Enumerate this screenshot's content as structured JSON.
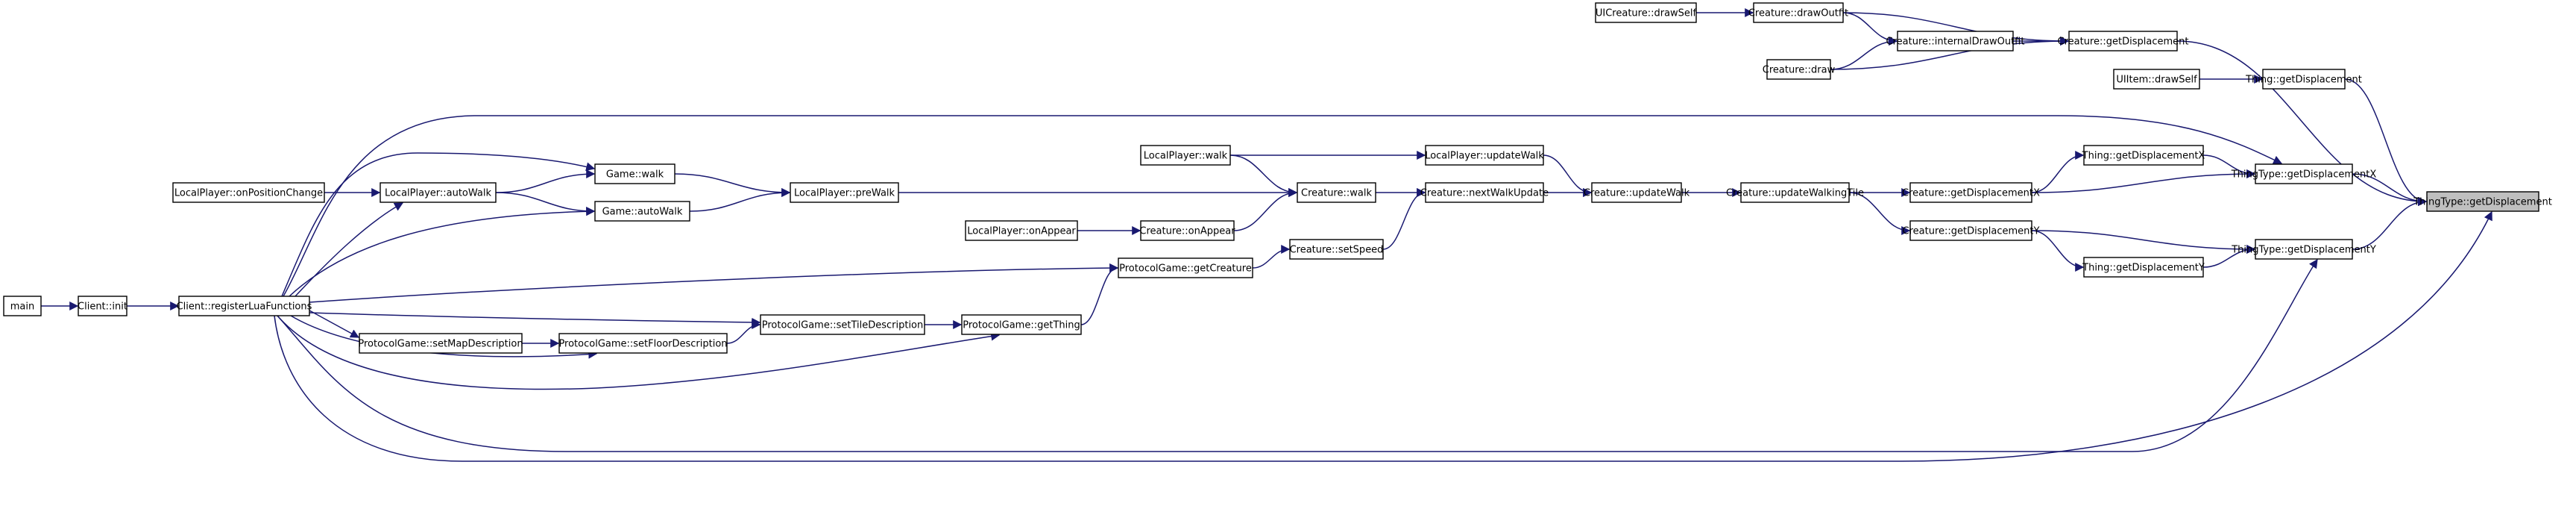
{
  "diagram": {
    "type": "call-graph",
    "edge_color": "#191970",
    "root_fill": "#bfbfbf",
    "nodes": [
      {
        "id": "n_root",
        "label": "ThingType::getDisplacement",
        "root": true
      },
      {
        "id": "n_c_getDisp",
        "label": "Creature::getDisplacement"
      },
      {
        "id": "n_t_getDisp",
        "label": "Thing::getDisplacement"
      },
      {
        "id": "n_tt_getDispX",
        "label": "ThingType::getDisplacementX"
      },
      {
        "id": "n_tt_getDispY",
        "label": "ThingType::getDisplacementY"
      },
      {
        "id": "n_c_drawOutfit",
        "label": "Creature::drawOutfit"
      },
      {
        "id": "n_c_internalDrawOutfit",
        "label": "Creature::internalDrawOutfit"
      },
      {
        "id": "n_c_draw",
        "label": "Creature::draw"
      },
      {
        "id": "n_uic_drawSelf",
        "label": "UICreature::drawSelf"
      },
      {
        "id": "n_uiitem_drawSelf",
        "label": "UIItem::drawSelf"
      },
      {
        "id": "n_t_getDispX",
        "label": "Thing::getDisplacementX"
      },
      {
        "id": "n_c_getDispX",
        "label": "Creature::getDisplacementX"
      },
      {
        "id": "n_t_getDispY",
        "label": "Thing::getDisplacementY"
      },
      {
        "id": "n_c_getDispY",
        "label": "Creature::getDisplacementY"
      },
      {
        "id": "n_c_updateWalkingTile",
        "label": "Creature::updateWalkingTile"
      },
      {
        "id": "n_c_updateWalk",
        "label": "Creature::updateWalk"
      },
      {
        "id": "n_c_nextWalkUpdate",
        "label": "Creature::nextWalkUpdate"
      },
      {
        "id": "n_lp_updateWalk",
        "label": "LocalPlayer::updateWalk"
      },
      {
        "id": "n_c_walk",
        "label": "Creature::walk"
      },
      {
        "id": "n_c_setSpeed",
        "label": "Creature::setSpeed"
      },
      {
        "id": "n_lp_walk",
        "label": "LocalPlayer::walk"
      },
      {
        "id": "n_c_onAppear",
        "label": "Creature::onAppear"
      },
      {
        "id": "n_lp_onAppear",
        "label": "LocalPlayer::onAppear"
      },
      {
        "id": "n_lp_preWalk",
        "label": "LocalPlayer::preWalk"
      },
      {
        "id": "n_pg_getCreature",
        "label": "ProtocolGame::getCreature"
      },
      {
        "id": "n_pg_getThing",
        "label": "ProtocolGame::getThing"
      },
      {
        "id": "n_game_walk",
        "label": "Game::walk"
      },
      {
        "id": "n_game_autoWalk",
        "label": "Game::autoWalk"
      },
      {
        "id": "n_lp_autoWalk",
        "label": "LocalPlayer::autoWalk"
      },
      {
        "id": "n_lp_onPositionChange",
        "label": "LocalPlayer::onPositionChange"
      },
      {
        "id": "n_pg_setTileDescription",
        "label": "ProtocolGame::setTileDescription"
      },
      {
        "id": "n_pg_setFloorDescription",
        "label": "ProtocolGame::setFloorDescription"
      },
      {
        "id": "n_pg_setMapDescription",
        "label": "ProtocolGame::setMapDescription"
      },
      {
        "id": "n_client_registerLuaFunctions",
        "label": "Client::registerLuaFunctions"
      },
      {
        "id": "n_client_init",
        "label": "Client::init"
      },
      {
        "id": "n_main",
        "label": "main"
      }
    ],
    "edges": [
      {
        "from": "n_c_getDisp",
        "to": "n_root"
      },
      {
        "from": "n_t_getDisp",
        "to": "n_root"
      },
      {
        "from": "n_tt_getDispX",
        "to": "n_root"
      },
      {
        "from": "n_tt_getDispY",
        "to": "n_root"
      },
      {
        "from": "n_client_registerLuaFunctions",
        "to": "n_root"
      },
      {
        "from": "n_c_drawOutfit",
        "to": "n_c_getDisp"
      },
      {
        "from": "n_c_internalDrawOutfit",
        "to": "n_c_getDisp"
      },
      {
        "from": "n_c_draw",
        "to": "n_c_getDisp"
      },
      {
        "from": "n_uic_drawSelf",
        "to": "n_c_drawOutfit"
      },
      {
        "from": "n_c_drawOutfit",
        "to": "n_c_internalDrawOutfit"
      },
      {
        "from": "n_c_draw",
        "to": "n_c_internalDrawOutfit"
      },
      {
        "from": "n_uiitem_drawSelf",
        "to": "n_t_getDisp"
      },
      {
        "from": "n_t_getDispX",
        "to": "n_tt_getDispX"
      },
      {
        "from": "n_c_getDispX",
        "to": "n_tt_getDispX"
      },
      {
        "from": "n_client_registerLuaFunctions",
        "to": "n_tt_getDispX"
      },
      {
        "from": "n_t_getDispY",
        "to": "n_tt_getDispY"
      },
      {
        "from": "n_c_getDispY",
        "to": "n_tt_getDispY"
      },
      {
        "from": "n_client_registerLuaFunctions",
        "to": "n_tt_getDispY"
      },
      {
        "from": "n_c_getDispX",
        "to": "n_t_getDispX"
      },
      {
        "from": "n_c_getDispY",
        "to": "n_t_getDispY"
      },
      {
        "from": "n_c_updateWalkingTile",
        "to": "n_c_getDispX"
      },
      {
        "from": "n_c_updateWalkingTile",
        "to": "n_c_getDispY"
      },
      {
        "from": "n_c_updateWalk",
        "to": "n_c_updateWalkingTile"
      },
      {
        "from": "n_c_nextWalkUpdate",
        "to": "n_c_updateWalk"
      },
      {
        "from": "n_lp_updateWalk",
        "to": "n_c_updateWalk"
      },
      {
        "from": "n_c_walk",
        "to": "n_c_nextWalkUpdate"
      },
      {
        "from": "n_c_setSpeed",
        "to": "n_c_nextWalkUpdate"
      },
      {
        "from": "n_lp_walk",
        "to": "n_lp_updateWalk"
      },
      {
        "from": "n_lp_walk",
        "to": "n_c_walk"
      },
      {
        "from": "n_lp_preWalk",
        "to": "n_c_walk"
      },
      {
        "from": "n_c_onAppear",
        "to": "n_c_walk"
      },
      {
        "from": "n_lp_onAppear",
        "to": "n_c_onAppear"
      },
      {
        "from": "n_pg_getCreature",
        "to": "n_c_setSpeed"
      },
      {
        "from": "n_pg_getThing",
        "to": "n_pg_getCreature"
      },
      {
        "from": "n_game_walk",
        "to": "n_lp_preWalk"
      },
      {
        "from": "n_game_autoWalk",
        "to": "n_lp_preWalk"
      },
      {
        "from": "n_lp_autoWalk",
        "to": "n_game_walk"
      },
      {
        "from": "n_lp_autoWalk",
        "to": "n_game_autoWalk"
      },
      {
        "from": "n_client_registerLuaFunctions",
        "to": "n_game_walk"
      },
      {
        "from": "n_client_registerLuaFunctions",
        "to": "n_game_autoWalk"
      },
      {
        "from": "n_lp_onPositionChange",
        "to": "n_lp_autoWalk"
      },
      {
        "from": "n_client_registerLuaFunctions",
        "to": "n_lp_autoWalk"
      },
      {
        "from": "n_client_registerLuaFunctions",
        "to": "n_pg_getCreature"
      },
      {
        "from": "n_pg_setTileDescription",
        "to": "n_pg_getThing"
      },
      {
        "from": "n_client_registerLuaFunctions",
        "to": "n_pg_getThing"
      },
      {
        "from": "n_client_registerLuaFunctions",
        "to": "n_pg_setTileDescription"
      },
      {
        "from": "n_pg_setFloorDescription",
        "to": "n_pg_setTileDescription"
      },
      {
        "from": "n_pg_setMapDescription",
        "to": "n_pg_setFloorDescription"
      },
      {
        "from": "n_client_registerLuaFunctions",
        "to": "n_pg_setFloorDescription"
      },
      {
        "from": "n_client_registerLuaFunctions",
        "to": "n_pg_setMapDescription"
      },
      {
        "from": "n_client_init",
        "to": "n_client_registerLuaFunctions"
      },
      {
        "from": "n_main",
        "to": "n_client_init"
      }
    ]
  }
}
